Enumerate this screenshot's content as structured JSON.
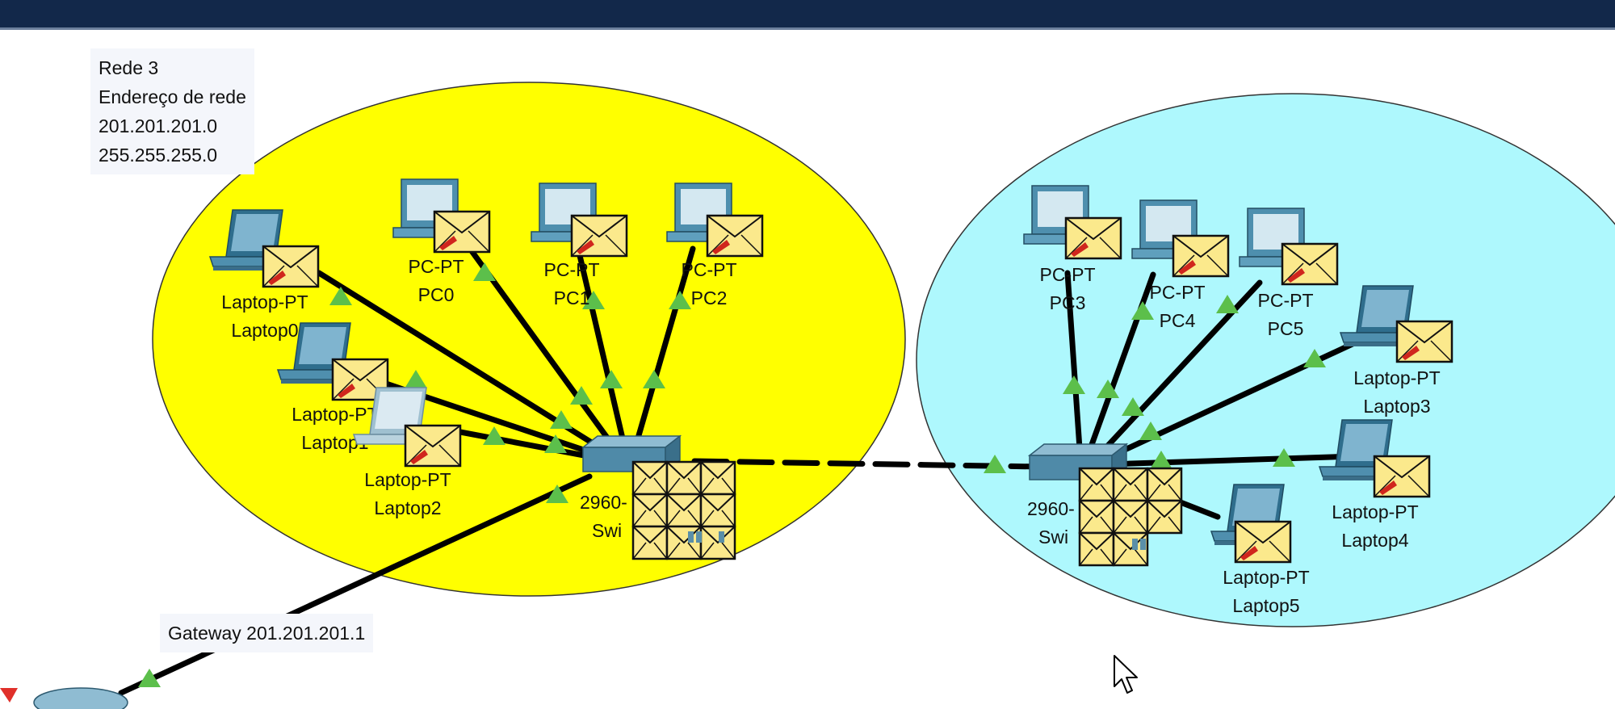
{
  "colors": {
    "titlebar": "#12284a",
    "network3_area": "#ffff00",
    "network2_area": "#aef8fd",
    "link": "#000000",
    "link_up_indicator": "#5cbf4b",
    "pdu_envelope": "#fbe98c"
  },
  "notes": {
    "network": {
      "line1": "Rede 3",
      "line2": "Endereço de rede",
      "line3": "201.201.201.0",
      "line4": "255.255.255.0"
    },
    "gateway": "Gateway 201.201.201.1"
  },
  "devices": {
    "laptop0": {
      "model": "Laptop-PT",
      "name": "Laptop0",
      "icon": "laptop-icon"
    },
    "laptop1": {
      "model": "Laptop-PT",
      "name": "Laptop1",
      "icon": "laptop-icon"
    },
    "laptop2": {
      "model": "Laptop-PT",
      "name": "Laptop2",
      "icon": "laptop-icon"
    },
    "pc0": {
      "model": "PC-PT",
      "name": "PC0",
      "icon": "pc-icon"
    },
    "pc1": {
      "model": "PC-PT",
      "name": "PC1",
      "icon": "pc-icon"
    },
    "pc2": {
      "model": "PC-PT",
      "name": "PC2",
      "icon": "pc-icon"
    },
    "switch_left": {
      "model": "2960-",
      "name": "Swi",
      "icon": "switch-icon"
    },
    "pc3": {
      "model": "PC-PT",
      "name": "PC3",
      "icon": "pc-icon"
    },
    "pc4": {
      "model": "PC-PT",
      "name": "PC4",
      "icon": "pc-icon"
    },
    "pc5": {
      "model": "PC-PT",
      "name": "PC5",
      "icon": "pc-icon"
    },
    "laptop3": {
      "model": "Laptop-PT",
      "name": "Laptop3",
      "icon": "laptop-icon"
    },
    "laptop4": {
      "model": "Laptop-PT",
      "name": "Laptop4",
      "icon": "laptop-icon"
    },
    "laptop5": {
      "model": "Laptop-PT",
      "name": "Laptop5",
      "icon": "laptop-icon"
    },
    "switch_right": {
      "model": "2960-",
      "name": "Swi",
      "icon": "switch-icon"
    },
    "router": {
      "icon": "router-icon"
    }
  },
  "pdu_icon": "envelope-icon",
  "cursor_icon": "mouse-pointer-icon"
}
